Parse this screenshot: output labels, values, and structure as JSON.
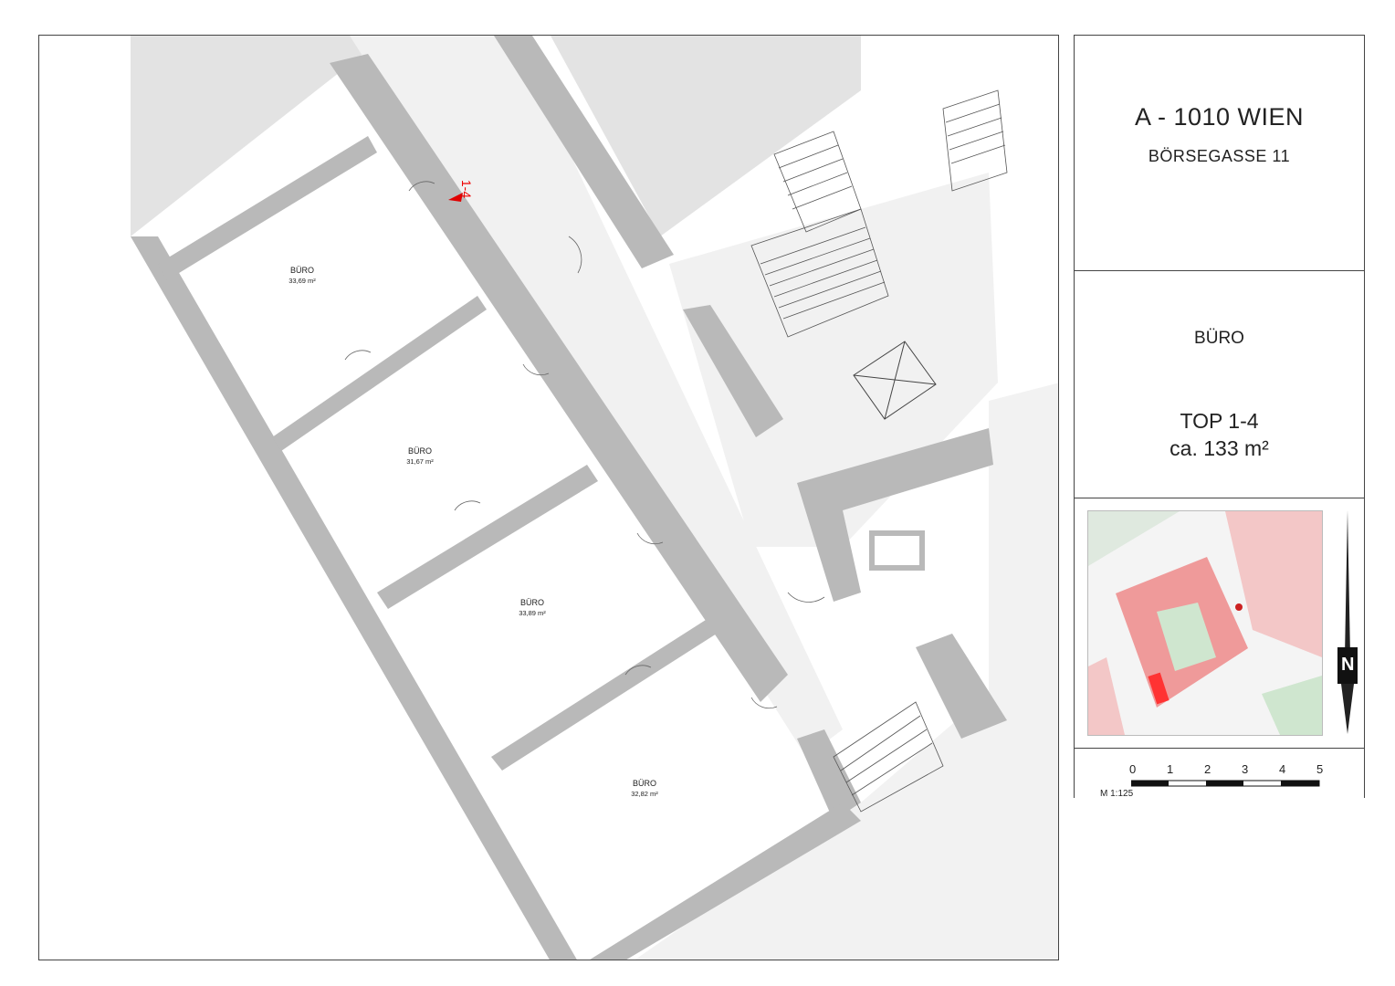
{
  "address": {
    "city": "A - 1010 WIEN",
    "street": "BÖRSEGASSE 11"
  },
  "unit": {
    "usage": "BÜRO",
    "top_id": "TOP 1-4",
    "area": "ca. 133 m²"
  },
  "rooms": [
    {
      "name": "BÜRO",
      "area": "33,69 m²"
    },
    {
      "name": "BÜRO",
      "area": "31,67 m²"
    },
    {
      "name": "BÜRO",
      "area": "33,89 m²"
    },
    {
      "name": "BÜRO",
      "area": "32,82 m²"
    }
  ],
  "entry_marker": {
    "label": "1-4",
    "color": "#e00000"
  },
  "north_arrow": {
    "label": "N"
  },
  "scale": {
    "ticks": [
      "0",
      "1",
      "2",
      "3",
      "4",
      "5"
    ],
    "label": "M 1:125"
  },
  "colors": {
    "wall": "#b9b9b9",
    "corridor": "#f2f2f2",
    "neighbour": "#e3e3e3",
    "highlight": "#ff3333"
  }
}
